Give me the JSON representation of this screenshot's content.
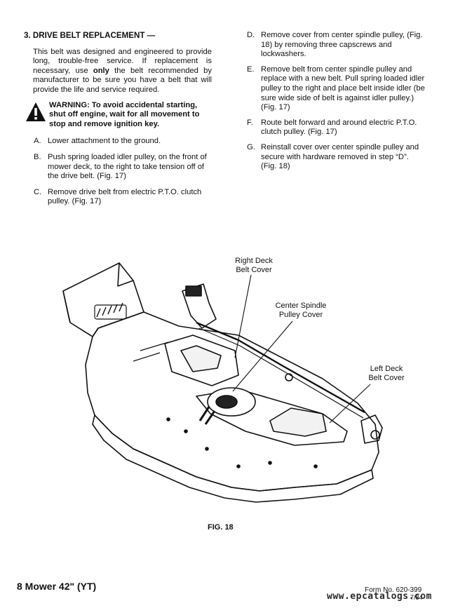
{
  "section": {
    "heading": "3. DRIVE BELT REPLACEMENT —",
    "intro_parts": [
      "This belt was designed and engineered to provide long, trouble-free service. If replacement is necessary, use ",
      "only",
      " the belt recommended by manufacturer to be sure you have a belt that will provide the life and service required."
    ],
    "warning": "WARNING: To avoid accidental starting, shut off engine, wait for all movement to stop and remove ignition key."
  },
  "steps_left": [
    {
      "letter": "A.",
      "text": "Lower attachment to the ground."
    },
    {
      "letter": "B.",
      "text": "Push spring loaded idler pulley, on the front of mower deck, to the right to take tension off of the drive belt. (Fig. 17)"
    },
    {
      "letter": "C.",
      "text": "Remove drive belt from electric P.T.O. clutch pulley. (Fig. 17)"
    }
  ],
  "steps_right": [
    {
      "letter": "D.",
      "text": "Remove cover from center spindle pulley, (Fig. 18) by removing three capscrews and lockwashers."
    },
    {
      "letter": "E.",
      "text": "Remove belt from center spindle pulley and replace with a new belt. Pull spring loaded idler pulley to the right and place belt inside idler (be sure wide side of belt is against idler pulley.) (Fig. 17)"
    },
    {
      "letter": "F.",
      "text": "Route belt forward and around electric P.T.O. clutch pulley. (Fig. 17)"
    },
    {
      "letter": "G.",
      "text": "Reinstall cover over center spindle pulley and secure with hardware removed in step “D”. (Fig. 18)"
    }
  ],
  "figure": {
    "callouts": {
      "right_deck": [
        "Right Deck",
        "Belt Cover"
      ],
      "center_spindle": [
        "Center Spindle",
        "Pulley Cover"
      ],
      "left_deck": [
        "Left Deck",
        "Belt Cover"
      ]
    },
    "label": "FIG. 18"
  },
  "footer": {
    "page_title": "8 Mower 42\" (YT)",
    "form_no": "Form No. 620-399",
    "date": "7/84",
    "watermark": "www.epcatalogs.com"
  }
}
